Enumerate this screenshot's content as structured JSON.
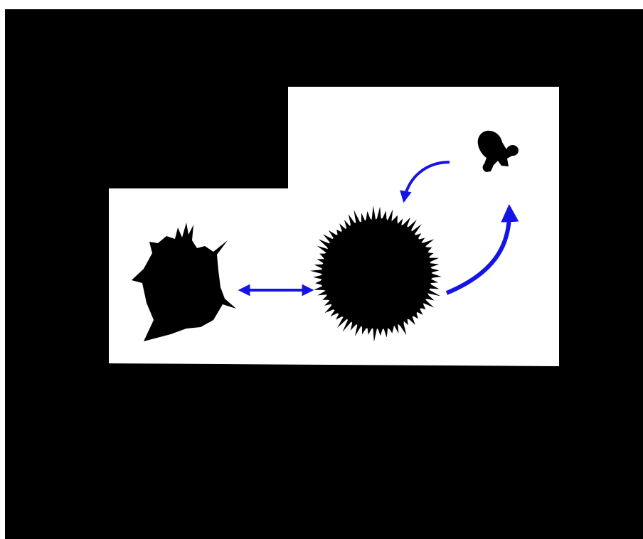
{
  "diagram": {
    "background_color": "#000000",
    "panel_color": "#ffffff",
    "shape_color": "#000000",
    "arrow_color": "#1414e6",
    "shapes": [
      {
        "name": "irregular-spiky-cluster",
        "icon": "irregular-spiky-silhouette"
      },
      {
        "name": "round-spiky-cell",
        "icon": "round-spiky-silhouette"
      },
      {
        "name": "small-blob-fragment",
        "icon": "small-blob-silhouette"
      }
    ],
    "arrows": [
      {
        "name": "double-headed-arrow",
        "type": "bidirectional",
        "from": "irregular-spiky-cluster",
        "to": "round-spiky-cell"
      },
      {
        "name": "curved-arrow-to-fragment",
        "type": "directional",
        "from": "round-spiky-cell",
        "to": "small-blob-fragment"
      },
      {
        "name": "curved-arrow-to-cell",
        "type": "directional",
        "from": "small-blob-fragment",
        "to": "round-spiky-cell"
      }
    ]
  }
}
